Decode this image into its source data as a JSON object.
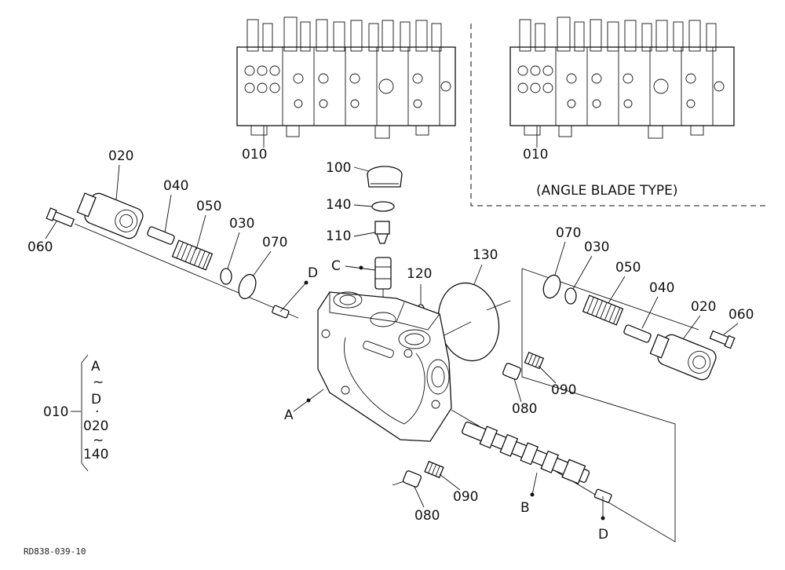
{
  "drawing_code": "RD838-039-10",
  "note": "(ANGLE BLADE TYPE)",
  "labels": {
    "p010_top_left": "010",
    "p010_top_right": "010",
    "p020_left": "020",
    "p040_left": "040",
    "p050_left": "050",
    "p030_left": "030",
    "p070_left": "070",
    "p060_left": "060",
    "p100": "100",
    "p140": "140",
    "p110": "110",
    "c": "C",
    "p120": "120",
    "p130": "130",
    "d_top": "D",
    "a": "A",
    "p070_right": "070",
    "p030_right": "030",
    "p050_right": "050",
    "p040_right": "040",
    "p020_right": "020",
    "p060_right": "060",
    "p090_right": "090",
    "p080_right": "080",
    "p090_bottom": "090",
    "p080_bottom": "080",
    "b": "B",
    "d_bottom": "D"
  },
  "legend": {
    "main": "010",
    "lines": [
      "A",
      "~",
      "D",
      "·",
      "020",
      "~",
      "140"
    ]
  }
}
